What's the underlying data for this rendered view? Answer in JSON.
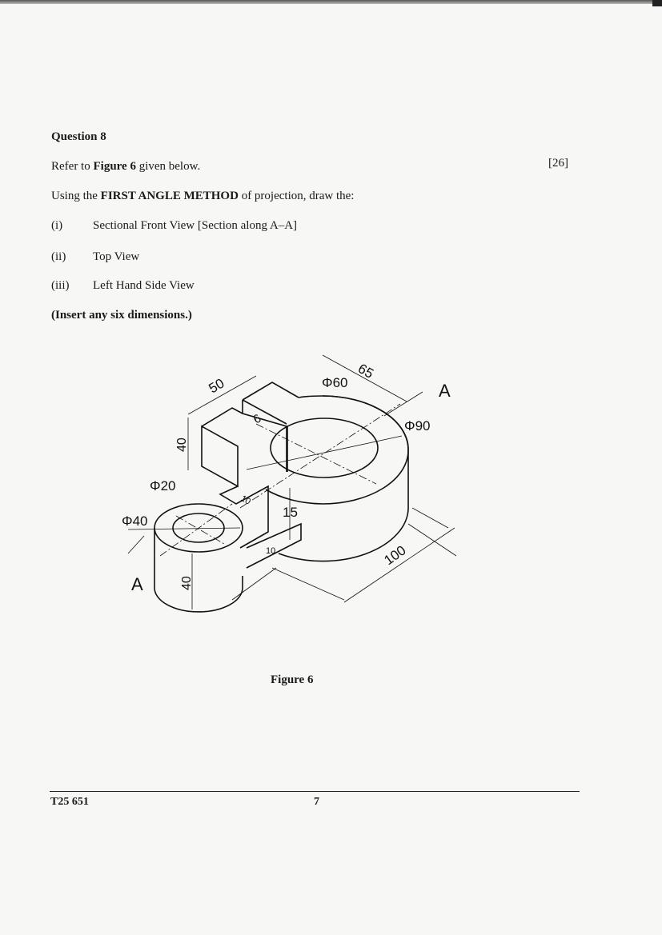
{
  "question": {
    "title": "Question 8",
    "marks": "[26]",
    "line1": {
      "pre": "Refer to ",
      "bold": "Figure 6",
      "post": " given below."
    },
    "line2": {
      "pre": "Using the ",
      "bold": "FIRST ANGLE METHOD",
      "post": " of projection, draw the:"
    },
    "items": [
      {
        "num": "(i)",
        "text": "Sectional Front View [Section along A–A]"
      },
      {
        "num": "(ii)",
        "text": "Top View"
      },
      {
        "num": "(iii)",
        "text": "Left Hand Side View"
      }
    ],
    "note": "(Insert any six dimensions.)"
  },
  "figure": {
    "caption": "Figure 6",
    "dimensions": {
      "d50": "50",
      "d65": "65",
      "d60": "Φ60",
      "d90": "Φ90",
      "d6": "6",
      "d40_block": "40",
      "d20": "Φ20",
      "d40_dia": "Φ40",
      "d10_rib": "10",
      "d15": "15",
      "d10_web": "10",
      "d100": "100",
      "d40_cyl": "40",
      "sectionA_top": "A",
      "sectionA_bottom": "A"
    }
  },
  "footer": {
    "code": "T25 651",
    "page": "7"
  }
}
